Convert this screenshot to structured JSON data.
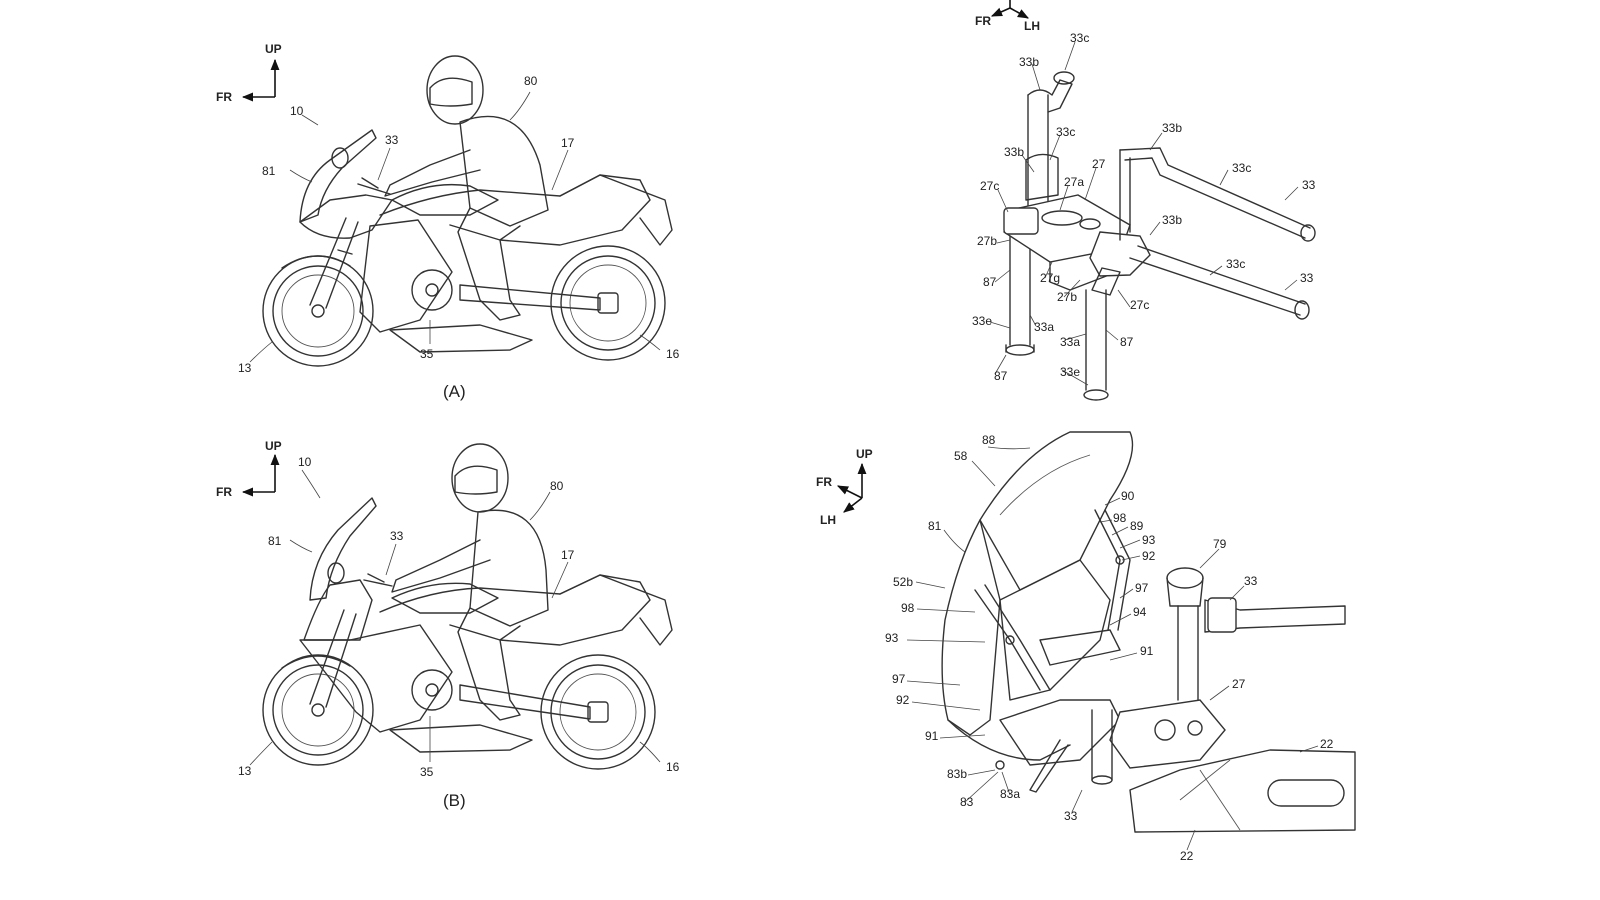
{
  "figure_a": {
    "caption": "(A)",
    "axis_up": "UP",
    "axis_fr": "FR",
    "labels": {
      "l10": "10",
      "l80": "80",
      "l81": "81",
      "l33": "33",
      "l17": "17",
      "l13": "13",
      "l35": "35",
      "l16": "16"
    }
  },
  "figure_b": {
    "caption": "(B)",
    "axis_up": "UP",
    "axis_fr": "FR",
    "labels": {
      "l10": "10",
      "l80": "80",
      "l81": "81",
      "l33": "33",
      "l17": "17",
      "l13": "13",
      "l35": "35",
      "l16": "16"
    }
  },
  "figure_handlebar": {
    "axis_fr": "FR",
    "axis_lh": "LH",
    "labels": {
      "c33c_1": "33c",
      "c33b_1": "33b",
      "c33c_2": "33c",
      "c33b_2": "33b",
      "c33b_3": "33b",
      "c27": "27",
      "c27a": "27a",
      "c33c_3": "33c",
      "c33_1": "33",
      "c27c_1": "27c",
      "c33b_4": "33b",
      "c27b_1": "27b",
      "c87_1": "87",
      "c27g": "27g",
      "c33c_4": "33c",
      "c33_2": "33",
      "c27b_2": "27b",
      "c27c_2": "27c",
      "c33e_1": "33e",
      "c33a_1": "33a",
      "c33a_2": "33a",
      "c87_2": "87",
      "c87_3": "87",
      "c33e_2": "33e"
    }
  },
  "figure_windscreen": {
    "axis_up": "UP",
    "axis_fr": "FR",
    "axis_lh": "LH",
    "labels": {
      "w88": "88",
      "w58": "58",
      "w90": "90",
      "w98_1": "98",
      "w89": "89",
      "w81": "81",
      "w93_1": "93",
      "w92_1": "92",
      "w79": "79",
      "w52b": "52b",
      "w97_1": "97",
      "w33_1": "33",
      "w98_2": "98",
      "w94": "94",
      "w93_2": "93",
      "w91_1": "91",
      "w97_2": "97",
      "w27": "27",
      "w92_2": "92",
      "w22_1": "22",
      "w91_2": "91",
      "w83b": "83b",
      "w83": "83",
      "w83a": "83a",
      "w33_2": "33",
      "w22_2": "22"
    }
  }
}
